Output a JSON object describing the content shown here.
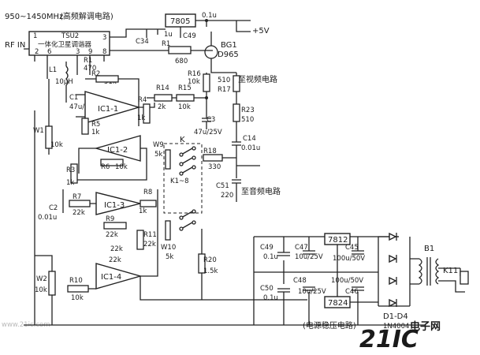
{
  "title_freq": "950~1450MHz",
  "title_demod": "(高频解调电路)",
  "tuner_name": "TSU2",
  "tuner_desc": "一体化卫星调谐器",
  "tuner_pins": {
    "p1": "1",
    "p3": "3",
    "p2": "2",
    "p6": "6",
    "p9": "9",
    "p8": "8"
  },
  "rf_in": "RF IN",
  "reg_7805": "7805",
  "plus5v": "+5V",
  "bg1": "BG1",
  "d965": "D965",
  "video_out": "至视频电路",
  "audio_out": "至音频电路",
  "psu_title": "(电源稳压电路)",
  "watermark_main": "21IC",
  "watermark_sub": "电子网",
  "watermark_url": "www.21ic.com",
  "ics": {
    "ic1_1": "IC1-1",
    "ic1_2": "IC1-2",
    "ic1_3": "IC1-3",
    "ic1_4": "IC1-4",
    "reg7812": "7812",
    "reg7824": "7824"
  },
  "components": {
    "r1": "R1",
    "r1v": "470",
    "r2": "R2",
    "r2v": "51k",
    "r3": "R3",
    "r3v": "1k",
    "r4": "R4",
    "r4v": "1k",
    "r5": "R5",
    "r5v": "1k",
    "r6": "R6",
    "r6v": "10k",
    "r7": "R7",
    "r7v": "22k",
    "r8": "R8",
    "r8v": "1k",
    "r9": "R9",
    "r9v": "22k",
    "r10": "R10",
    "r10v": "10k",
    "r11": "R11",
    "r11v": "22k",
    "r14": "R14",
    "r14v": "2k",
    "r15": "R15",
    "r15v": "10k",
    "r16": "R16",
    "r16v": "10k",
    "r17": "R17",
    "r17v": "510",
    "r18": "R18",
    "r18v": "330",
    "r20": "R20",
    "r20v": "1.5k",
    "r23": "R23",
    "r23v": "510",
    "r680": "680",
    "r22k_a": "22k",
    "r22k_b": "22k",
    "c1": "C1",
    "c1v": "47u/25V",
    "c2": "C2",
    "c2v": "0.01u",
    "c3": "C3",
    "c3v": "47u/25V",
    "c14": "C14",
    "c14v": "0.01u",
    "c34": "C34",
    "c49top": "C49",
    "c1u": "1u",
    "c01u": "0.1u",
    "c51": "C51",
    "c51v": "220",
    "c49": "C49",
    "c49v": "0.1u",
    "c47": "C47",
    "c47v": "10u/25V",
    "c45": "C45",
    "c45v": "100u/50V",
    "c50": "C50",
    "c50v": "0.1u",
    "c48": "C48",
    "c48v": "10u/25V",
    "c46": "C46",
    "c46v": "100u/50V",
    "l1": "L1",
    "l1v": "10μH",
    "w1": "W1",
    "w1v": "10k",
    "w2": "W2",
    "w2v": "10k",
    "w9": "W9",
    "w9v": "5k",
    "w10": "W10",
    "w10v": "5k",
    "k": "K",
    "k1_8": "K1~8",
    "b1": "B1",
    "k11": "K11",
    "d1d4": "D1-D4",
    "in4004": "1N4004"
  }
}
